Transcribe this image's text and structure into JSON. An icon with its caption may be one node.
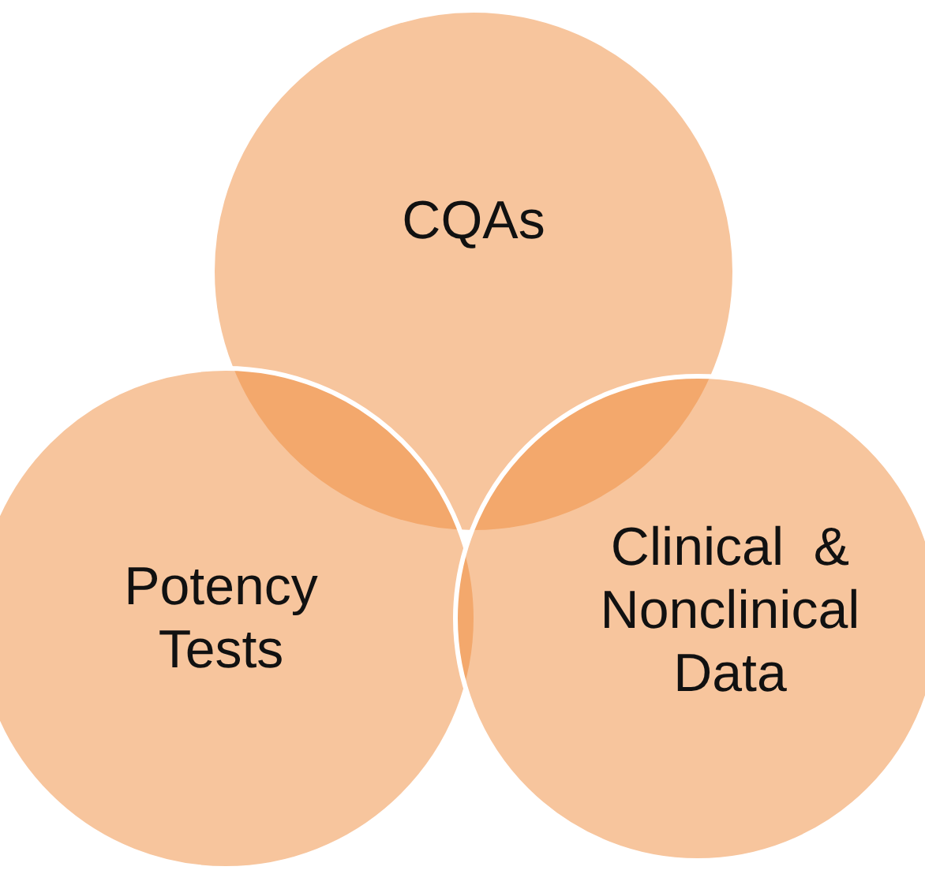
{
  "diagram": {
    "nodes": [
      {
        "text": [
          "CQAs"
        ]
      },
      {
        "text": [
          "Potency Tests"
        ]
      },
      {
        "text": [
          "Clinical  & Nonclinical Data"
        ]
      }
    ]
  }
}
